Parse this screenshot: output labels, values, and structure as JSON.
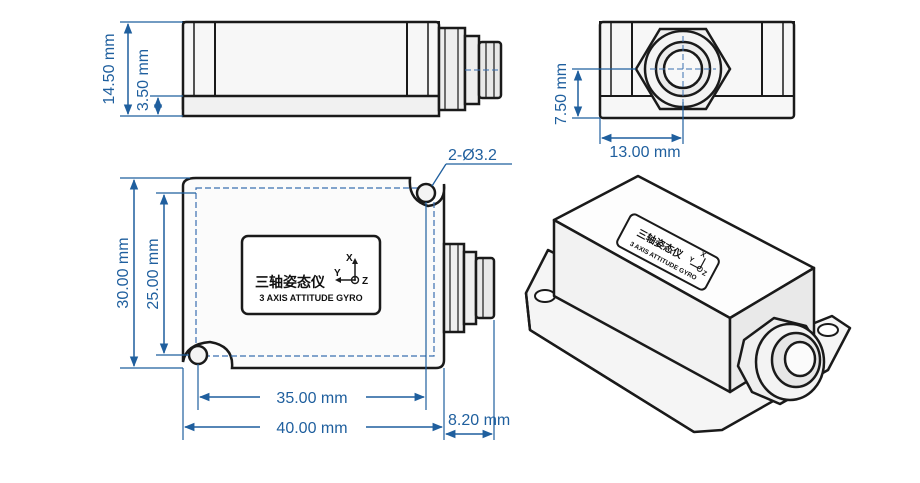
{
  "colors": {
    "outline": "#1a1a1a",
    "dimension": "#1f5f9e",
    "hidden_line": "#3a6fb0",
    "body_shade": "#f4f4f4"
  },
  "dimensions": {
    "height_total": "14.50 mm",
    "height_flange": "3.50 mm",
    "connector_height": "7.50 mm",
    "connector_offset": "13.00 mm",
    "hole_spec": "2-Ø3.2",
    "width_outer": "30.00 mm",
    "width_holes": "25.00 mm",
    "length_holes": "35.00 mm",
    "length_outer": "40.00 mm",
    "connector_length": "8.20 mm"
  },
  "product_label": {
    "chinese": "三轴姿态仪",
    "english": "3 AXIS ATTITUDE GYRO",
    "axis_x": "X",
    "axis_y": "Y",
    "axis_z": "Z"
  }
}
